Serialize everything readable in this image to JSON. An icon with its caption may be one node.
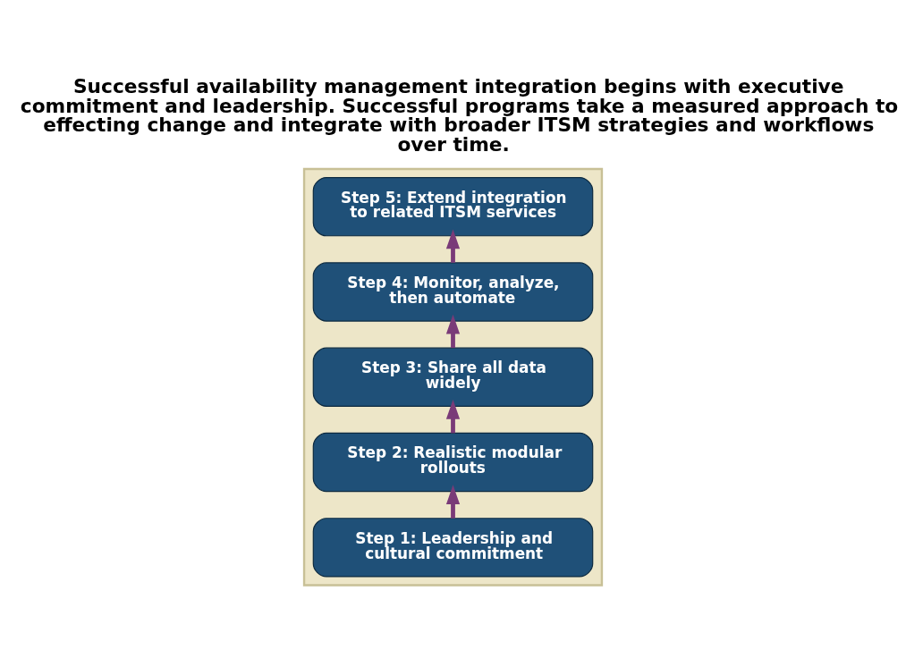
{
  "diagram": {
    "title": "Successful availability management integration begins with executive commitment and leadership. Successful programs take a measured approach to effecting change and integrate with broader ITSM strategies and workflows over time.",
    "nodes": [
      {
        "text": [],
        "shape": "box"
      },
      {
        "text": [
          "Step 1: Leadership and cultural commitment"
        ],
        "in": 0
      },
      {
        "text": [
          "Step 2: Realistic modular rollouts"
        ],
        "in": 0
      },
      {
        "text": [
          "Step 3: Share all data widely"
        ],
        "in": 0
      },
      {
        "text": [
          "Step 4: Monitor, analyze, then automate"
        ],
        "in": 0
      },
      {
        "text": [
          "Step 5: Extend integration to related ITSM services"
        ],
        "in": 0
      }
    ],
    "edges": [
      {
        "from": 1,
        "to": 2,
        "arrow": "to"
      },
      {
        "from": 2,
        "to": 3,
        "arrow": "to"
      },
      {
        "from": 3,
        "to": 4,
        "arrow": "to"
      },
      {
        "from": 4,
        "to": 5,
        "arrow": "to"
      }
    ]
  }
}
